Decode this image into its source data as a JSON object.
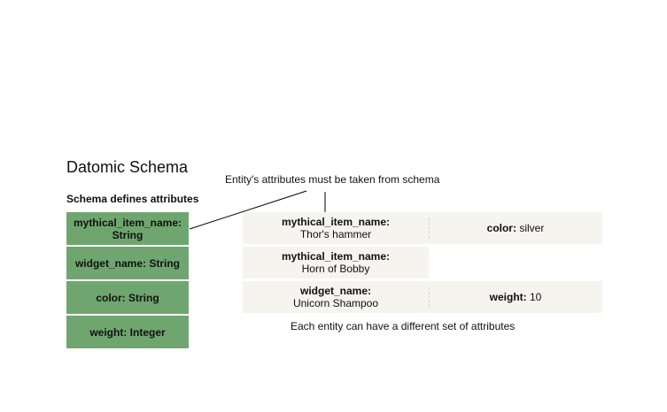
{
  "title": "Datomic Schema",
  "schema": {
    "heading": "Schema defines attributes",
    "attributes": [
      {
        "name": "mythical_item_name",
        "type": "String"
      },
      {
        "name": "widget_name",
        "type": "String"
      },
      {
        "name": "color",
        "type": "String"
      },
      {
        "name": "weight",
        "type": "Integer"
      }
    ]
  },
  "callout": "Entity's attributes must be taken from schema",
  "entities": [
    {
      "first": {
        "key": "mythical_item_name:",
        "value": "Thor's hammer"
      },
      "second": {
        "key": "color:",
        "value": "silver"
      }
    },
    {
      "first": {
        "key": "mythical_item_name:",
        "value": "Horn of Bobby"
      }
    },
    {
      "first": {
        "key": "widget_name:",
        "value": "Unicorn Shampoo"
      },
      "second": {
        "key": "weight:",
        "value": "10"
      }
    }
  ],
  "footer_note": "Each entity can have a different set of attributes",
  "colors": {
    "schema_fill": "#6fa66f",
    "entity_fill": "#f5f4ee"
  }
}
